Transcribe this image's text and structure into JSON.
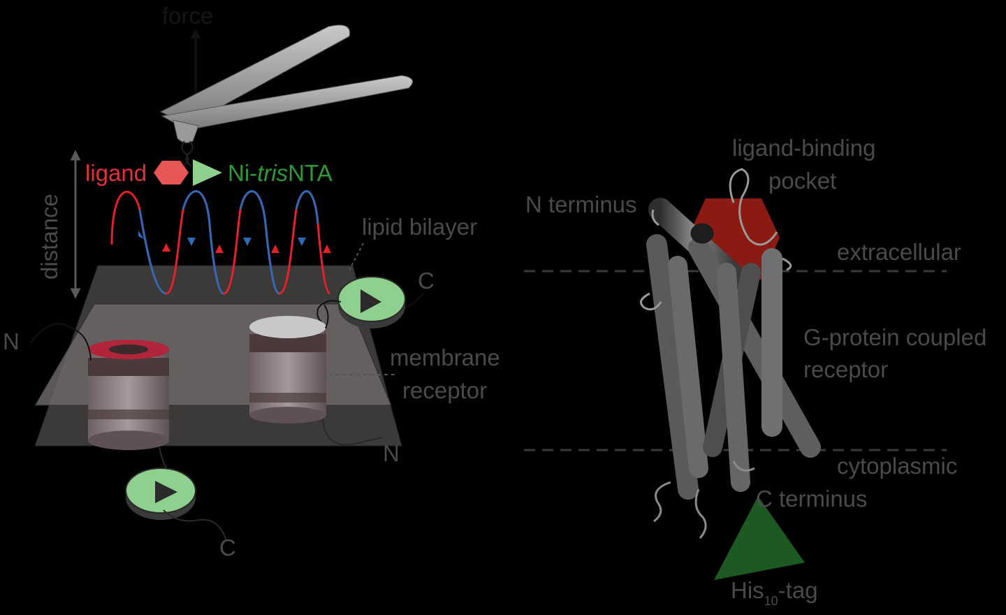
{
  "left_panel": {
    "force_label": "force",
    "distance_label": "distance",
    "ligand_label": "ligand",
    "nta_prefix": "Ni-",
    "nta_italic": "tris",
    "nta_suffix": "NTA",
    "lipid_bilayer_label": "lipid bilayer",
    "membrane_receptor_line1": "membrane",
    "membrane_receptor_line2": "receptor",
    "n_label_left": "N",
    "n_label_right": "N",
    "c_label_top": "C",
    "c_label_bottom": "C"
  },
  "right_panel": {
    "ligand_pocket_line1": "ligand-binding",
    "ligand_pocket_line2": "pocket",
    "n_terminus_label": "N terminus",
    "extracellular_label": "extracellular",
    "gpcr_line1": "G-protein coupled",
    "gpcr_line2": "receptor",
    "cytoplasmic_label": "cytoplasmic",
    "c_terminus_label": "C terminus",
    "his_tag_prefix": "His",
    "his_tag_sub": "10",
    "his_tag_suffix": "-tag"
  },
  "colors": {
    "ligand": "#e0303a",
    "nta": "#2e9a36",
    "nta_fill": "#8fd08f",
    "ligand_hex_fill": "#e85555",
    "wave_red": "#e8202a",
    "wave_blue": "#2e6ab8",
    "label_gray": "#4a4a4a",
    "helix": "#5a5a5a",
    "pocket_red": "#8a1a12",
    "his_green": "#1c5a22"
  }
}
